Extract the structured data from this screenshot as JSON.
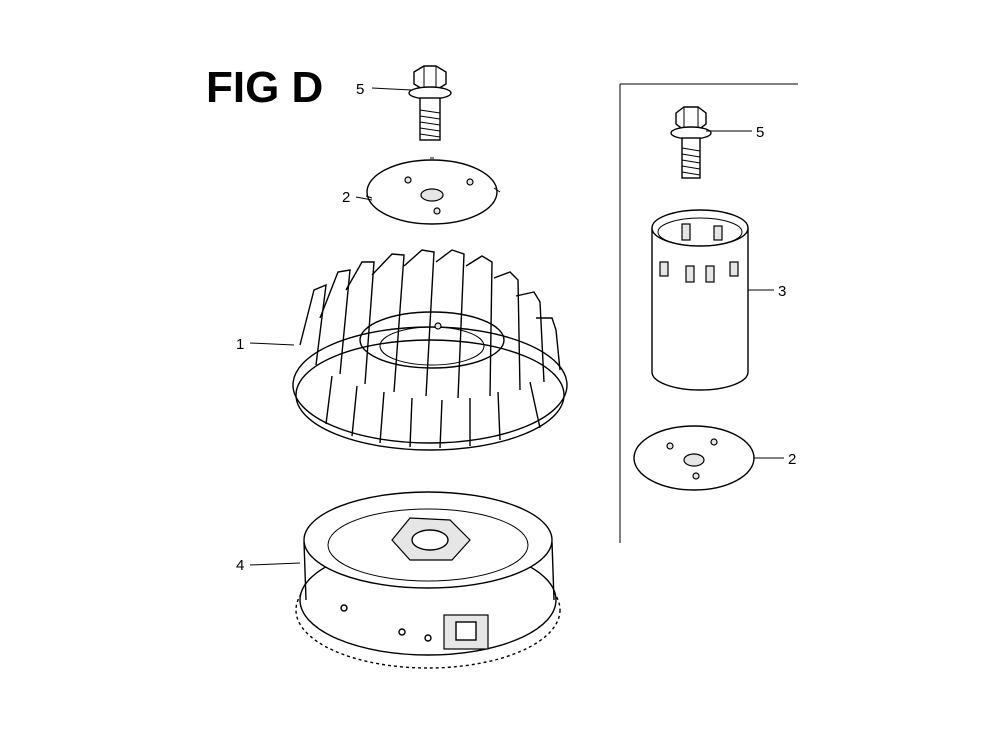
{
  "figure": {
    "title": "FIG D",
    "callouts": [
      {
        "id": "bolt-main",
        "label": "5"
      },
      {
        "id": "plate-main",
        "label": "2"
      },
      {
        "id": "fan",
        "label": "1"
      },
      {
        "id": "flywheel",
        "label": "4"
      },
      {
        "id": "bolt-inset",
        "label": "5"
      },
      {
        "id": "cup-inset",
        "label": "3"
      },
      {
        "id": "plate-inset",
        "label": "2"
      }
    ]
  }
}
